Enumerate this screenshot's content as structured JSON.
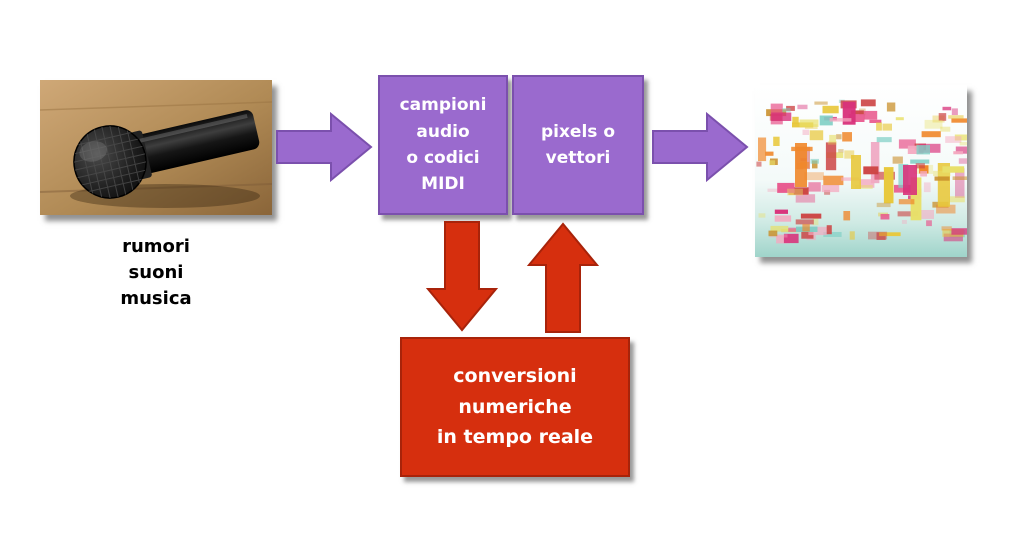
{
  "diagram": {
    "mic_caption": "rumori\nsuoni\nmusica",
    "box_audio_label": "campioni\naudio\no codici\nMIDI",
    "box_pixels_label": "pixels o\nvettori",
    "box_conversion_label": "conversioni\nnumeriche\nin tempo reale"
  },
  "images": {
    "microphone_name": "microphone-photo",
    "pixels_name": "abstract-pixels-photo"
  },
  "colors": {
    "purple_fill": "#9a6ace",
    "purple_border": "#7b50ad",
    "red_fill": "#d62f0e",
    "red_border": "#a8230a",
    "text_white": "#ffffff",
    "caption_black": "#000000",
    "confetti": [
      "#e8538a",
      "#f0872a",
      "#e8c83c",
      "#d8327a",
      "#7ecfc4",
      "#f4a9c0",
      "#cc4444",
      "#e8e06a",
      "#c9902c"
    ]
  }
}
